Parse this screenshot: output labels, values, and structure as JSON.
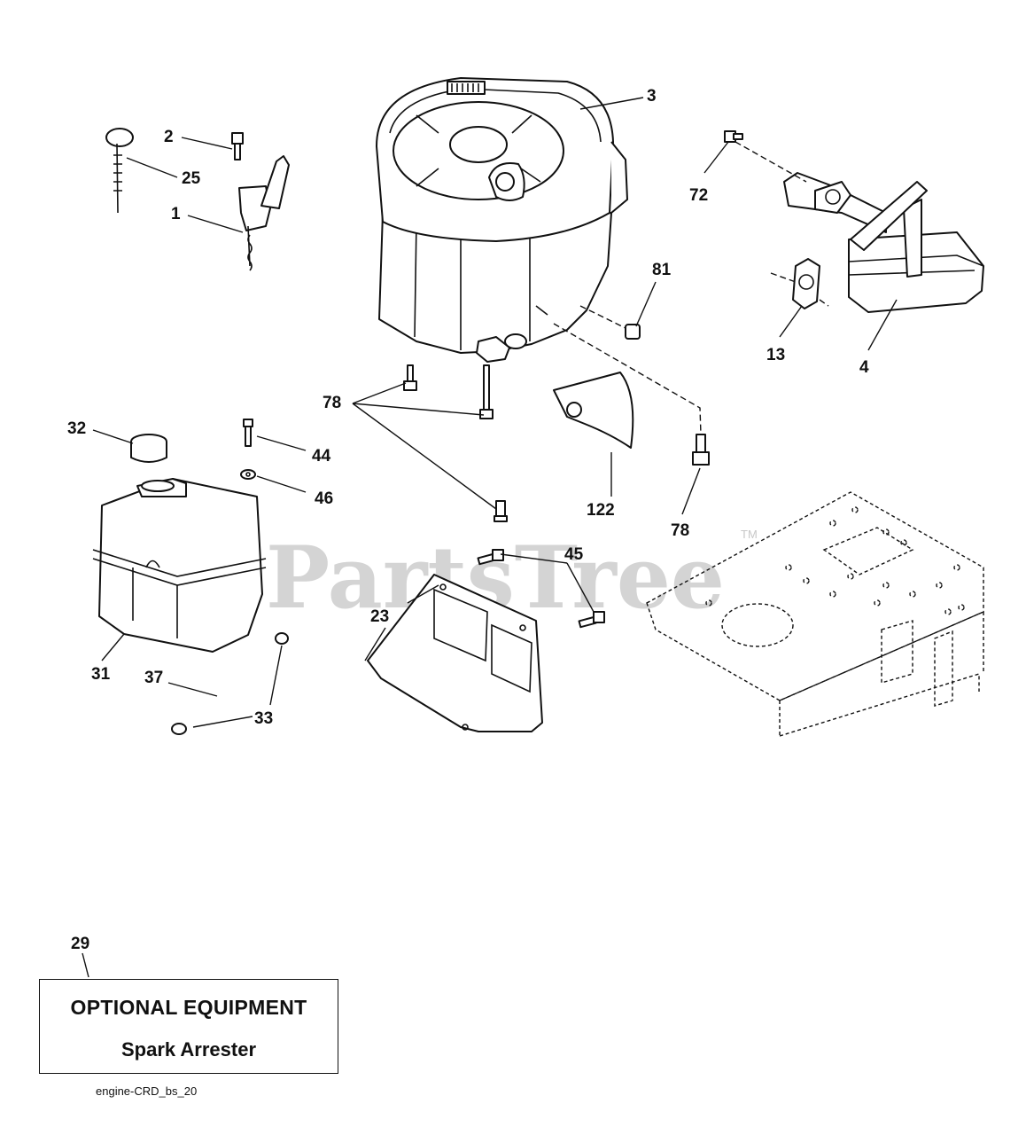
{
  "watermark": {
    "text": "PartsTree",
    "trademark": "TM"
  },
  "callouts": [
    {
      "id": "c3",
      "label": "3"
    },
    {
      "id": "c2",
      "label": "2"
    },
    {
      "id": "c25",
      "label": "25"
    },
    {
      "id": "c1",
      "label": "1"
    },
    {
      "id": "c72",
      "label": "72"
    },
    {
      "id": "c81",
      "label": "81"
    },
    {
      "id": "c13",
      "label": "13"
    },
    {
      "id": "c4",
      "label": "4"
    },
    {
      "id": "c78a",
      "label": "78"
    },
    {
      "id": "c32",
      "label": "32"
    },
    {
      "id": "c44",
      "label": "44"
    },
    {
      "id": "c46",
      "label": "46"
    },
    {
      "id": "c122",
      "label": "122"
    },
    {
      "id": "c78b",
      "label": "78"
    },
    {
      "id": "c45",
      "label": "45"
    },
    {
      "id": "c23",
      "label": "23"
    },
    {
      "id": "c31",
      "label": "31"
    },
    {
      "id": "c37",
      "label": "37"
    },
    {
      "id": "c33",
      "label": "33"
    },
    {
      "id": "c29",
      "label": "29"
    }
  ],
  "note_box": {
    "heading": "OPTIONAL EQUIPMENT",
    "text": "Spark Arrester"
  },
  "diagram_id": "engine-CRD_bs_20"
}
